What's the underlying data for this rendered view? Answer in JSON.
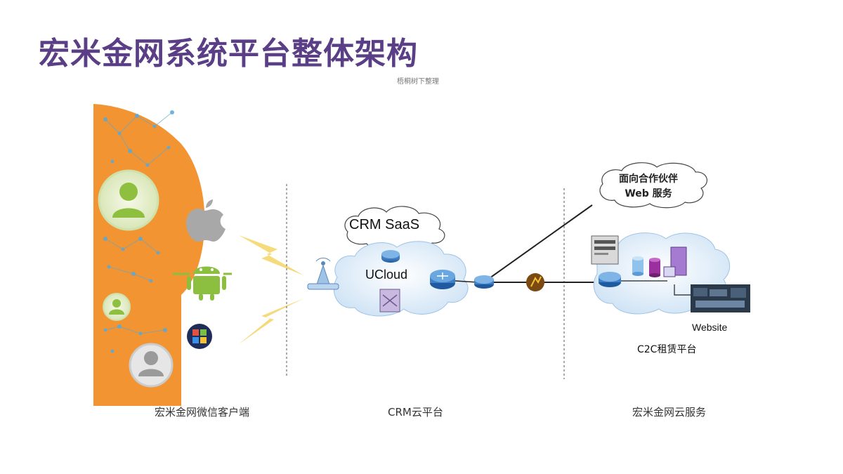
{
  "header": {
    "title": "宏米金网系统平台整体架构",
    "subtitle": "梧桐树下整理"
  },
  "diagram": {
    "saas_label": "CRM SaaS",
    "ucloud_label": "UCloud",
    "partner_label_line1": "面向合作伙伴",
    "partner_label_line2": "Web 服务",
    "website_label": "Website",
    "c2c_label": "C2C租赁平台"
  },
  "captions": {
    "client": "宏米金网微信客户端",
    "crm": "CRM云平台",
    "cloud": "宏米金网云服务"
  },
  "colors": {
    "title": "#5b3f86",
    "orange": "#f29431",
    "router": "#2f6db0",
    "lightning": "#f5d76e"
  }
}
